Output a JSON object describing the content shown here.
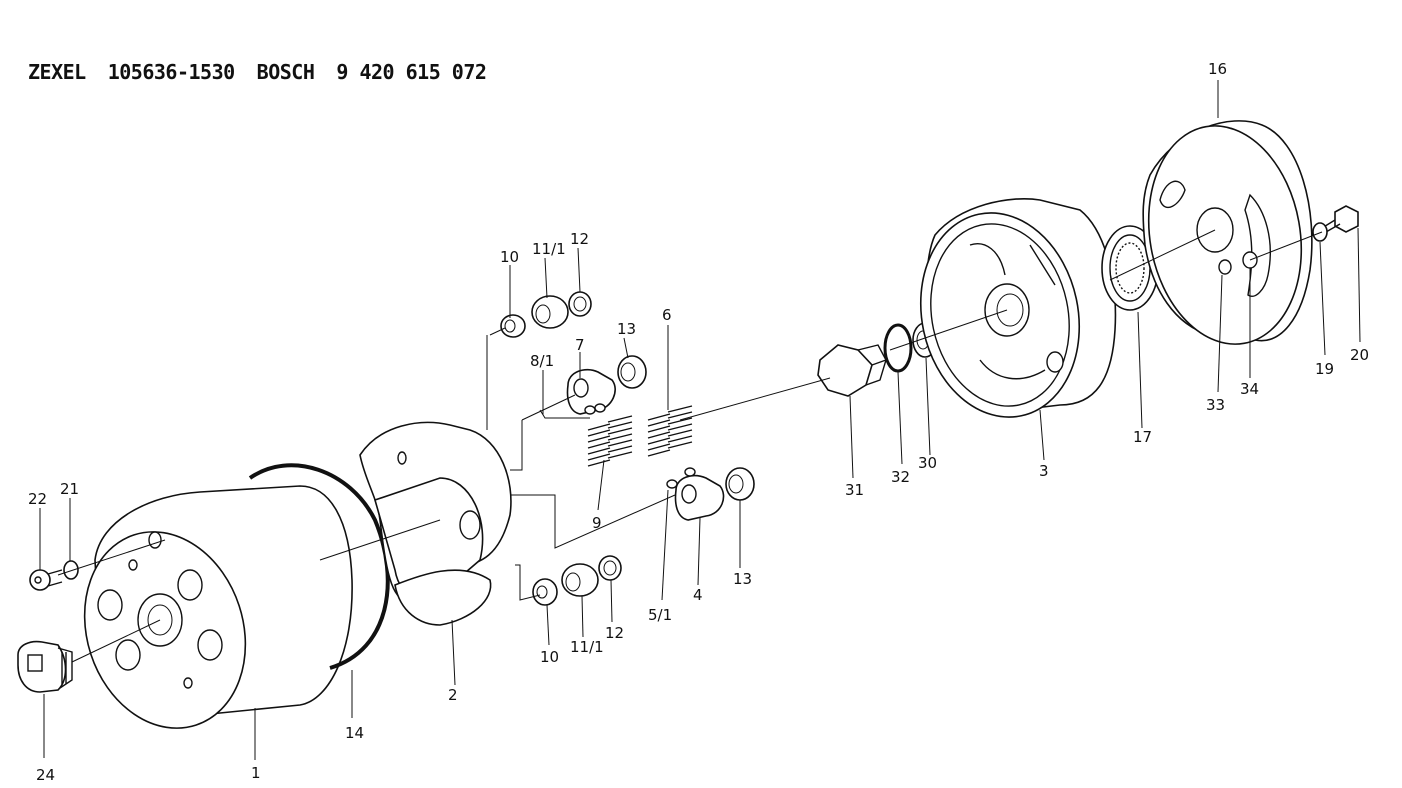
{
  "header": {
    "brand1": "ZEXEL",
    "part1": "105636-1530",
    "brand2": "BOSCH",
    "part2": "9 420 615 072"
  },
  "callouts": {
    "c1": "1",
    "c2": "2",
    "c3": "3",
    "c4": "4",
    "c51": "5/1",
    "c6": "6",
    "c7": "7",
    "c81": "8/1",
    "c9": "9",
    "c10a": "10",
    "c10b": "10",
    "c111a": "11/1",
    "c111b": "11/1",
    "c12a": "12",
    "c12b": "12",
    "c13a": "13",
    "c13b": "13",
    "c14": "14",
    "c16": "16",
    "c17": "17",
    "c19": "19",
    "c20": "20",
    "c21": "21",
    "c22": "22",
    "c24": "24",
    "c30": "30",
    "c31": "31",
    "c32": "32",
    "c33": "33",
    "c34": "34"
  }
}
